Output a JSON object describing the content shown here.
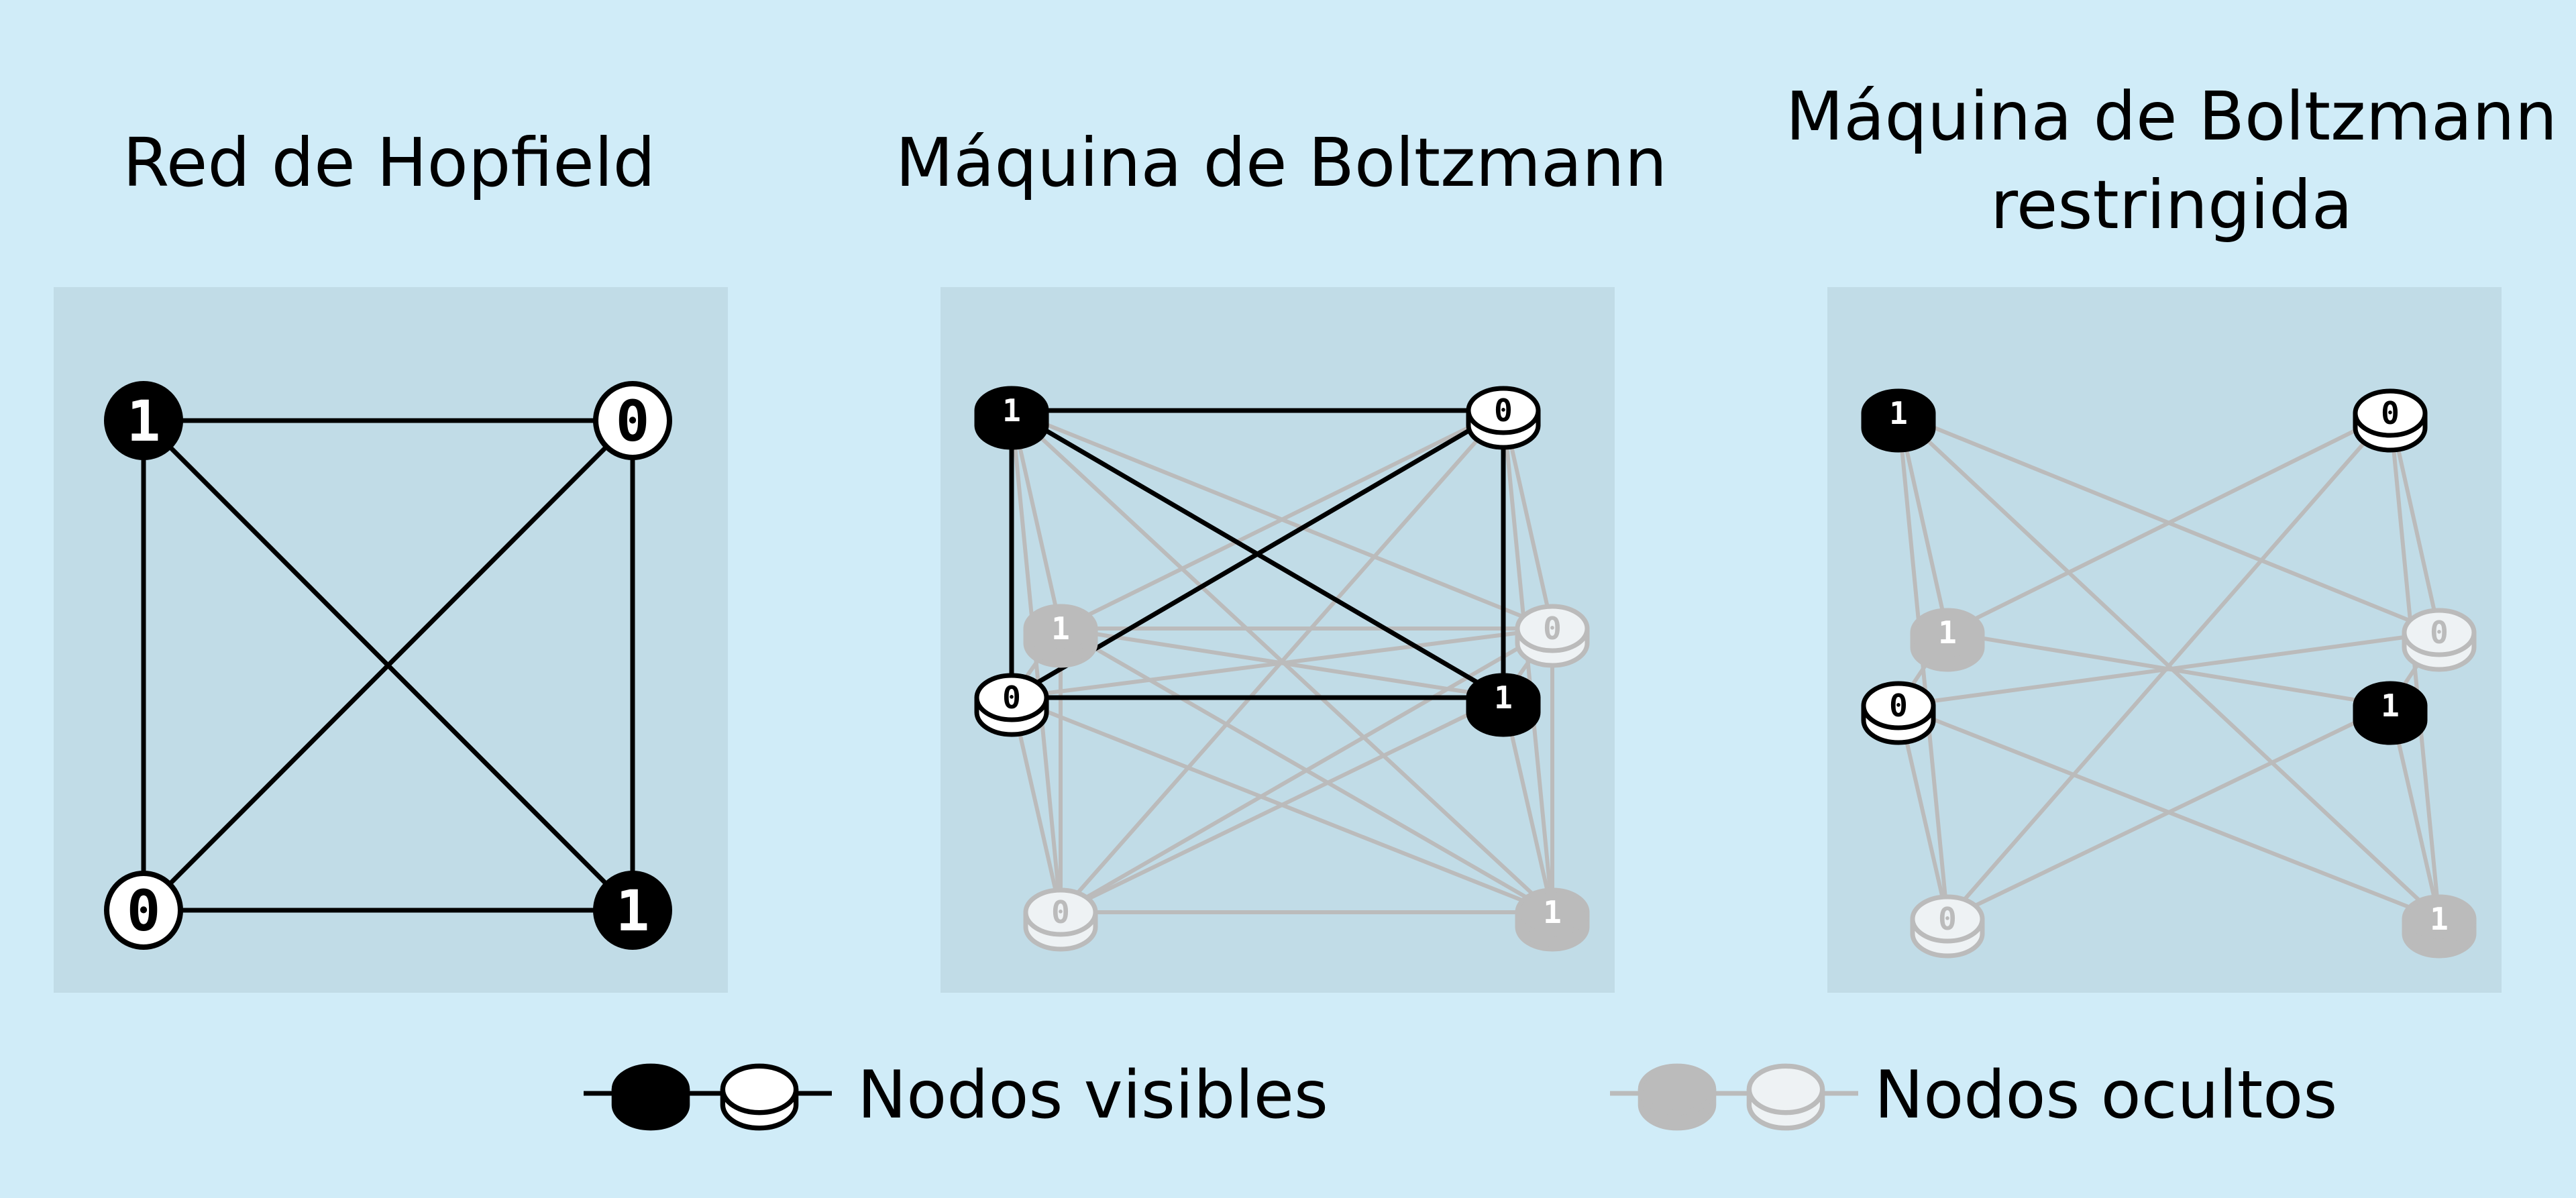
{
  "colors": {
    "background": "#d0ecf8",
    "panel": "#c1dce7",
    "visible_line": "#000000",
    "hidden_line": "#bbbbbb",
    "visible_fill_dark": "#000000",
    "visible_fill_light": "#ffffff",
    "hidden_fill_dark": "#bbbbbb",
    "hidden_fill_light": "#eef2f4"
  },
  "panels": [
    {
      "title": "Red de Hopfield",
      "node_style": "circle",
      "nodes": [
        {
          "id": "v1",
          "label": "1",
          "kind": "visible"
        },
        {
          "id": "v2",
          "label": "0",
          "kind": "visible"
        },
        {
          "id": "v3",
          "label": "0",
          "kind": "visible"
        },
        {
          "id": "v4",
          "label": "1",
          "kind": "visible"
        }
      ],
      "edges": [
        [
          "v1",
          "v2"
        ],
        [
          "v1",
          "v3"
        ],
        [
          "v1",
          "v4"
        ],
        [
          "v2",
          "v3"
        ],
        [
          "v2",
          "v4"
        ],
        [
          "v3",
          "v4"
        ]
      ]
    },
    {
      "title": "Máquina de Boltzmann",
      "node_style": "disc",
      "nodes": [
        {
          "id": "v1",
          "label": "1",
          "kind": "visible"
        },
        {
          "id": "v2",
          "label": "0",
          "kind": "visible"
        },
        {
          "id": "v3",
          "label": "0",
          "kind": "visible"
        },
        {
          "id": "v4",
          "label": "1",
          "kind": "visible"
        },
        {
          "id": "h1",
          "label": "1",
          "kind": "hidden"
        },
        {
          "id": "h2",
          "label": "0",
          "kind": "hidden"
        },
        {
          "id": "h3",
          "label": "0",
          "kind": "hidden"
        },
        {
          "id": "h4",
          "label": "1",
          "kind": "hidden"
        }
      ],
      "edges": [
        [
          "v1",
          "v2"
        ],
        [
          "v1",
          "v3"
        ],
        [
          "v1",
          "v4"
        ],
        [
          "v2",
          "v3"
        ],
        [
          "v2",
          "v4"
        ],
        [
          "v3",
          "v4"
        ],
        [
          "v1",
          "h1"
        ],
        [
          "v1",
          "h2"
        ],
        [
          "v1",
          "h3"
        ],
        [
          "v1",
          "h4"
        ],
        [
          "v2",
          "h1"
        ],
        [
          "v2",
          "h2"
        ],
        [
          "v2",
          "h3"
        ],
        [
          "v2",
          "h4"
        ],
        [
          "v3",
          "h1"
        ],
        [
          "v3",
          "h2"
        ],
        [
          "v3",
          "h3"
        ],
        [
          "v3",
          "h4"
        ],
        [
          "v4",
          "h1"
        ],
        [
          "v4",
          "h2"
        ],
        [
          "v4",
          "h3"
        ],
        [
          "v4",
          "h4"
        ],
        [
          "h1",
          "h2"
        ],
        [
          "h1",
          "h3"
        ],
        [
          "h1",
          "h4"
        ],
        [
          "h2",
          "h3"
        ],
        [
          "h2",
          "h4"
        ],
        [
          "h3",
          "h4"
        ]
      ]
    },
    {
      "title": "Máquina de Boltzmann\nrestringida",
      "node_style": "disc",
      "nodes": [
        {
          "id": "v1",
          "label": "1",
          "kind": "visible"
        },
        {
          "id": "v2",
          "label": "0",
          "kind": "visible"
        },
        {
          "id": "v3",
          "label": "0",
          "kind": "visible"
        },
        {
          "id": "v4",
          "label": "1",
          "kind": "visible"
        },
        {
          "id": "h1",
          "label": "1",
          "kind": "hidden"
        },
        {
          "id": "h2",
          "label": "0",
          "kind": "hidden"
        },
        {
          "id": "h3",
          "label": "0",
          "kind": "hidden"
        },
        {
          "id": "h4",
          "label": "1",
          "kind": "hidden"
        }
      ],
      "edges": [
        [
          "v1",
          "h1"
        ],
        [
          "v1",
          "h2"
        ],
        [
          "v1",
          "h3"
        ],
        [
          "v1",
          "h4"
        ],
        [
          "v2",
          "h1"
        ],
        [
          "v2",
          "h2"
        ],
        [
          "v2",
          "h3"
        ],
        [
          "v2",
          "h4"
        ],
        [
          "v3",
          "h1"
        ],
        [
          "v3",
          "h2"
        ],
        [
          "v3",
          "h3"
        ],
        [
          "v3",
          "h4"
        ],
        [
          "v4",
          "h1"
        ],
        [
          "v4",
          "h2"
        ],
        [
          "v4",
          "h3"
        ],
        [
          "v4",
          "h4"
        ]
      ]
    }
  ],
  "legend": {
    "visible": {
      "label": "Nodos visibles",
      "kind": "visible"
    },
    "hidden": {
      "label": "Nodos ocultos",
      "kind": "hidden"
    }
  }
}
